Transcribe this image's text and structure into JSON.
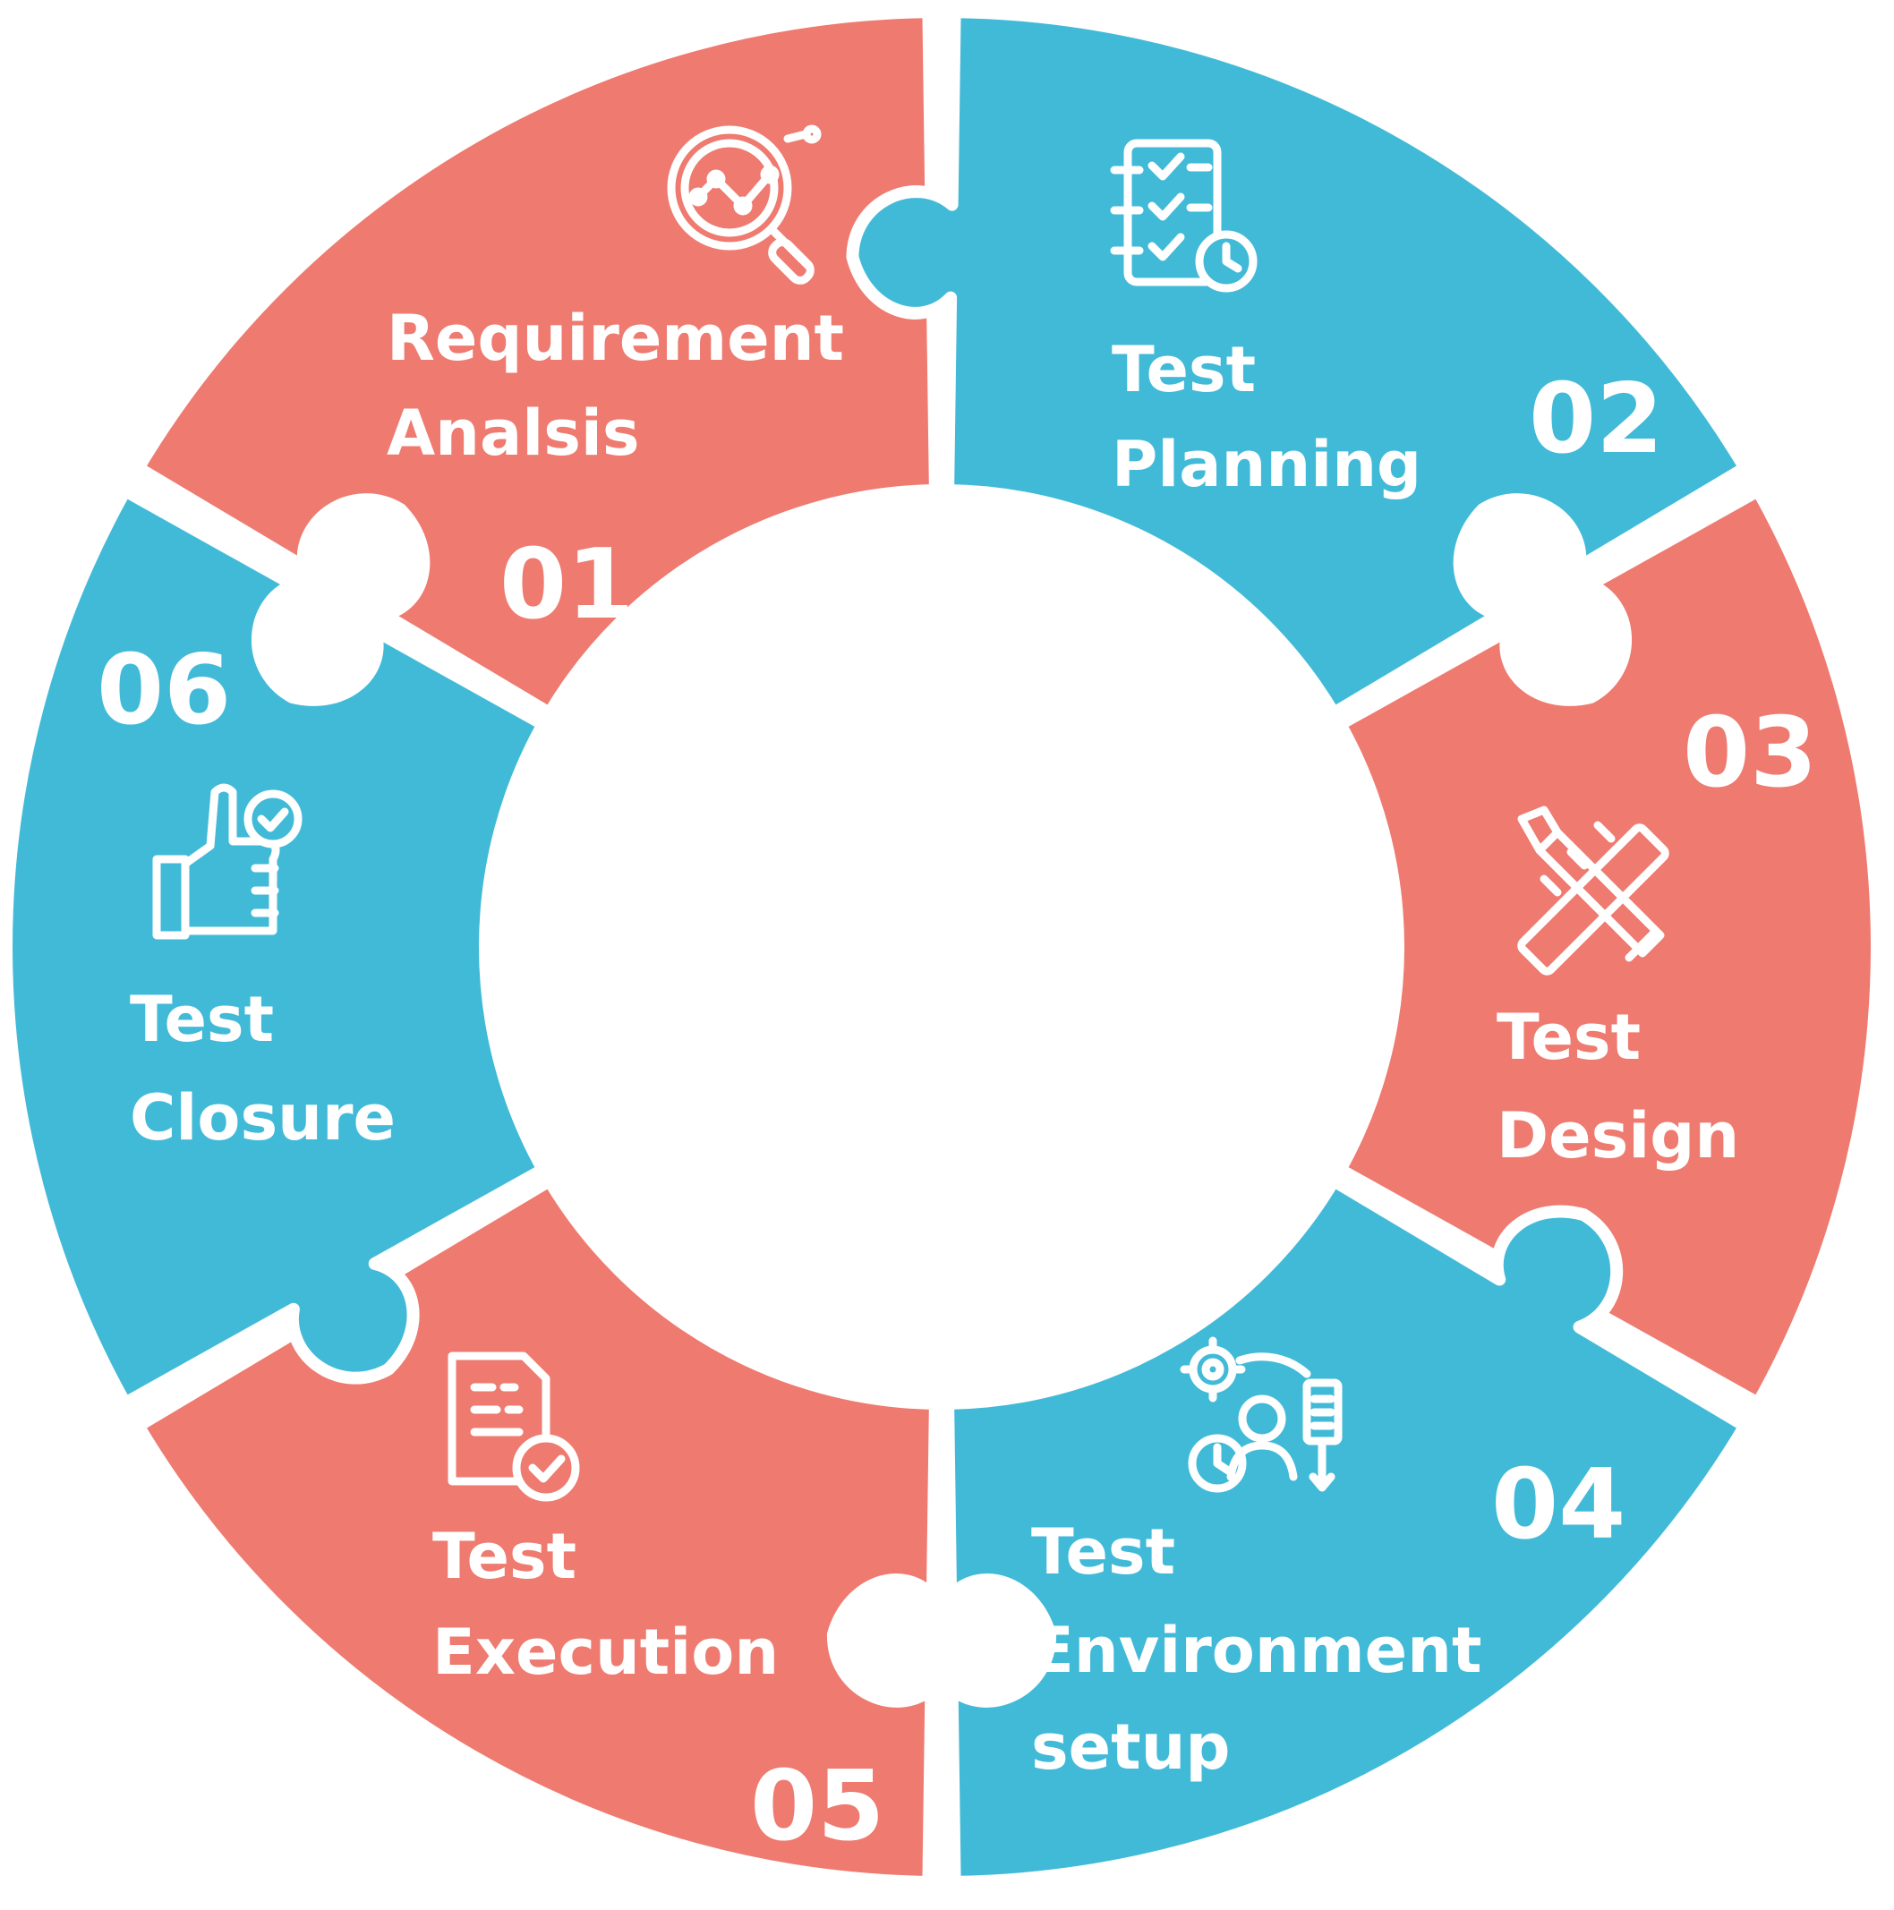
{
  "colors": {
    "coral": "#EE7A70",
    "blue": "#41BAD8",
    "text": "#FFFFFF",
    "background": "#FFFFFF"
  },
  "stages": [
    {
      "number": "01",
      "title_line1": "Requirement",
      "title_line2": "Analsis",
      "icon": "magnifier-chart-icon",
      "color": "coral"
    },
    {
      "number": "02",
      "title_line1": "Test",
      "title_line2": "Planning",
      "icon": "checklist-clock-icon",
      "color": "blue"
    },
    {
      "number": "03",
      "title_line1": "Test",
      "title_line2": "Design",
      "icon": "ruler-pencil-icon",
      "color": "coral"
    },
    {
      "number": "04",
      "title_line1": "Test",
      "title_line2": "Environment",
      "title_line3": "setup",
      "icon": "gear-person-clock-icon",
      "color": "blue"
    },
    {
      "number": "05",
      "title_line1": "Test",
      "title_line2": "Execution",
      "icon": "document-check-icon",
      "color": "coral"
    },
    {
      "number": "06",
      "title_line1": "Test",
      "title_line2": "Closure",
      "icon": "thumbs-up-check-icon",
      "color": "blue"
    }
  ]
}
